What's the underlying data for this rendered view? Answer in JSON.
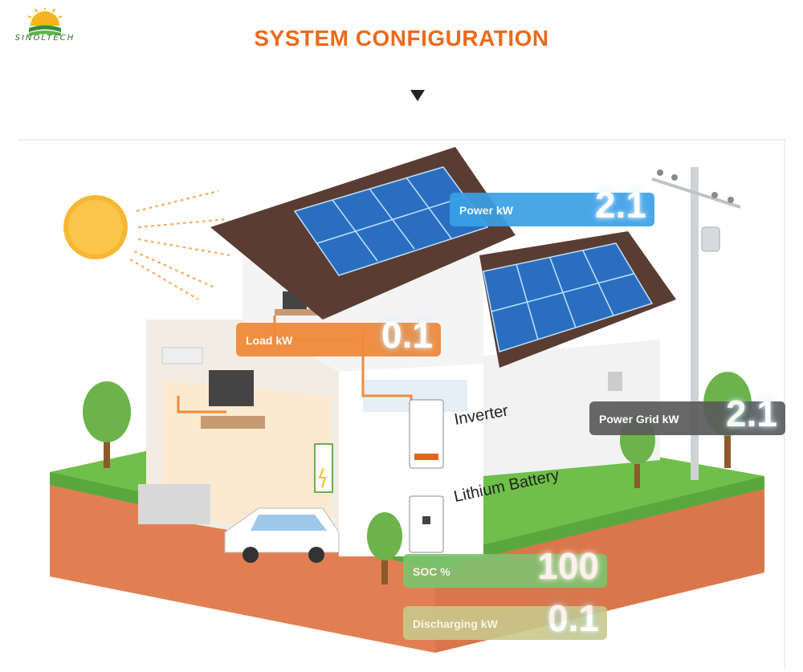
{
  "brand": {
    "name": "SINOLTECH"
  },
  "header": {
    "title": "SYSTEM CONFIGURATION"
  },
  "devices": {
    "inverter": "Inverter",
    "battery": "Lithium Battery"
  },
  "metrics": {
    "power": {
      "label": "Power kW",
      "value": "2.1"
    },
    "load": {
      "label": "Load kW",
      "value": "0.1"
    },
    "grid": {
      "label": "Power Grid kW",
      "value": "2.1"
    },
    "soc": {
      "label": "SOC %",
      "value": "100"
    },
    "discharging": {
      "label": "Discharging kW",
      "value": "0.1"
    }
  },
  "colors": {
    "title": "#ea6a1c",
    "power_panel": "#3aa0e6",
    "load_panel": "#f08a3a",
    "grid_panel": "#5b5b5b",
    "soc_panel": "#7dc36f",
    "discharging_panel": "#c9c98a"
  },
  "icons": [
    "sun-logo-icon",
    "down-arrow-icon",
    "sun-icon",
    "solar-panel-icon",
    "inverter-icon",
    "battery-icon",
    "utility-pole-icon",
    "ev-charger-icon",
    "car-icon",
    "tree-icon"
  ]
}
